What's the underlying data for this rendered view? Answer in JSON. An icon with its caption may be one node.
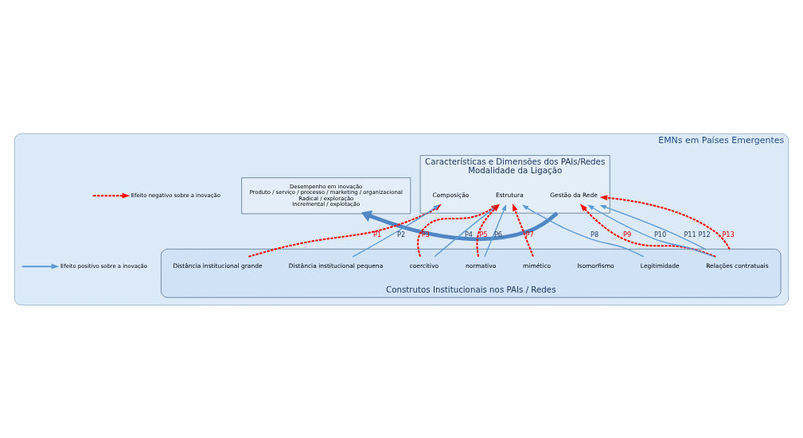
{
  "diagram": {
    "nodes": [
      {
        "text": [
          "EMNs em Países Emergentes"
        ]
      },
      {
        "text": [
          "Características e Dimensões dos PAIs/Redes",
          "Modalidade da Ligação"
        ],
        "in": 0
      },
      {
        "text": [
          "Composição"
        ],
        "in": 1
      },
      {
        "text": [
          "Estrutura"
        ],
        "in": 1
      },
      {
        "text": [
          "Gestão da Rede"
        ],
        "in": 1
      },
      {
        "text": [
          "Desempenho em inovação",
          "Produto / serviço / processo / marketing / organizacional",
          "Radical / exploração",
          "Incremental / explotação"
        ],
        "in": 0
      },
      {
        "text": [
          "Construtos Institucionais nos PAIs / Redes"
        ],
        "in": 0
      },
      {
        "text": [
          "Distância institucional grande"
        ],
        "in": 6
      },
      {
        "text": [
          "Distância institucional pequena"
        ],
        "in": 6
      },
      {
        "text": [
          "Isomorfismo"
        ],
        "in": 6
      },
      {
        "text": [
          "coercitivo"
        ],
        "in": 6
      },
      {
        "text": [
          "normativo"
        ],
        "in": 6
      },
      {
        "text": [
          "mimético"
        ],
        "in": 6
      },
      {
        "text": [
          "Legitimidade"
        ],
        "in": 6
      },
      {
        "text": [
          "Relações contratuais"
        ],
        "in": 6
      }
    ],
    "edges": [
      {
        "from": 7,
        "to": 2,
        "arrow": "to",
        "label": "P1",
        "style": "dashed",
        "color": "#ff0000"
      },
      {
        "from": 8,
        "to": 2,
        "arrow": "to",
        "label": "P2",
        "color": "#5b9bd5"
      },
      {
        "from": 10,
        "to": 3,
        "arrow": "to",
        "label": "P3",
        "style": "dashed",
        "color": "#ff0000"
      },
      {
        "from": 10,
        "to": 3,
        "arrow": "to",
        "label": "P4",
        "color": "#5b9bd5"
      },
      {
        "from": 11,
        "to": 3,
        "arrow": "to",
        "label": "P5",
        "style": "dashed",
        "color": "#ff0000"
      },
      {
        "from": 11,
        "to": 3,
        "arrow": "to",
        "label": "P6",
        "color": "#5b9bd5"
      },
      {
        "from": 12,
        "to": 3,
        "arrow": "to",
        "label": "P7",
        "style": "dashed",
        "color": "#ff0000"
      },
      {
        "from": 13,
        "to": 3,
        "arrow": "to",
        "label": "P8",
        "color": "#5b9bd5"
      },
      {
        "from": 14,
        "to": 4,
        "arrow": "to",
        "label": "P9",
        "style": "dashed",
        "color": "#ff0000"
      },
      {
        "from": 14,
        "to": 4,
        "arrow": "to",
        "label": "P10",
        "color": "#5b9bd5"
      },
      {
        "from": 6,
        "to": 4,
        "arrow": "to",
        "label": "P11 P12",
        "color": "#5b9bd5"
      },
      {
        "from": 6,
        "to": 4,
        "arrow": "to",
        "label": "P13",
        "style": "dashed",
        "color": "#ff0000"
      },
      {
        "from": 1,
        "to": 5,
        "arrow": "to",
        "style": "thick",
        "color": "#4f86c6"
      }
    ],
    "legend": [
      {
        "text": "Efeito negativo sobre a inovação"
      },
      {
        "text": "Efeito positivo sobre a inovação"
      }
    ]
  }
}
